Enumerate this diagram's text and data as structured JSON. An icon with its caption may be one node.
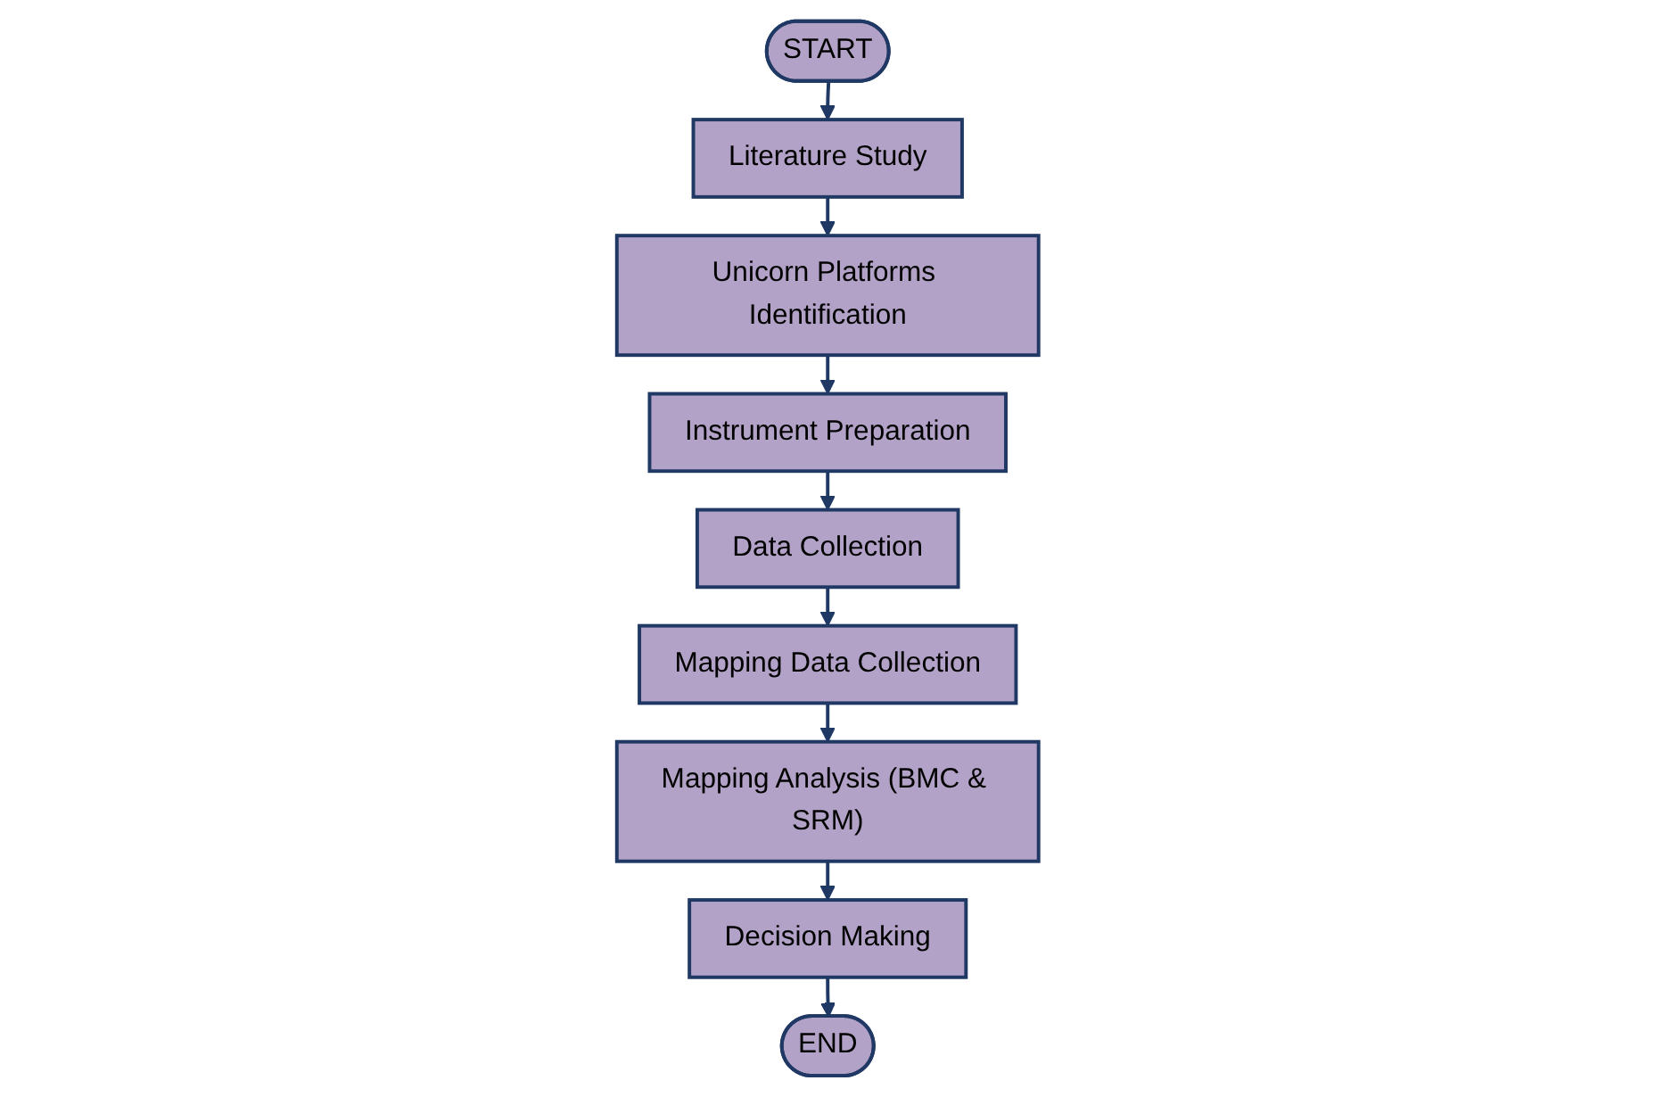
{
  "diagram": {
    "nodes": [
      {
        "text": [
          "START"
        ]
      },
      {
        "text": [
          "Literature Study"
        ]
      },
      {
        "text": [
          "Unicorn Platforms Identification"
        ]
      },
      {
        "text": [
          "Instrument Preparation"
        ]
      },
      {
        "text": [
          "Data Collection"
        ]
      },
      {
        "text": [
          "Mapping Data Collection"
        ]
      },
      {
        "text": [
          "Mapping Analysis (BMC & SRM)"
        ]
      },
      {
        "text": [
          "Decision Making"
        ]
      },
      {
        "text": [
          "END"
        ]
      }
    ],
    "edges": [
      {
        "from": 0,
        "to": 1,
        "arrow": "to"
      },
      {
        "from": 1,
        "to": 2,
        "arrow": "to"
      },
      {
        "from": 2,
        "to": 3,
        "arrow": "to"
      },
      {
        "from": 3,
        "to": 4,
        "arrow": "to"
      },
      {
        "from": 4,
        "to": 5,
        "arrow": "to"
      },
      {
        "from": 5,
        "to": 6,
        "arrow": "to"
      },
      {
        "from": 6,
        "to": 7,
        "arrow": "to"
      },
      {
        "from": 7,
        "to": 8,
        "arrow": "to"
      }
    ]
  }
}
